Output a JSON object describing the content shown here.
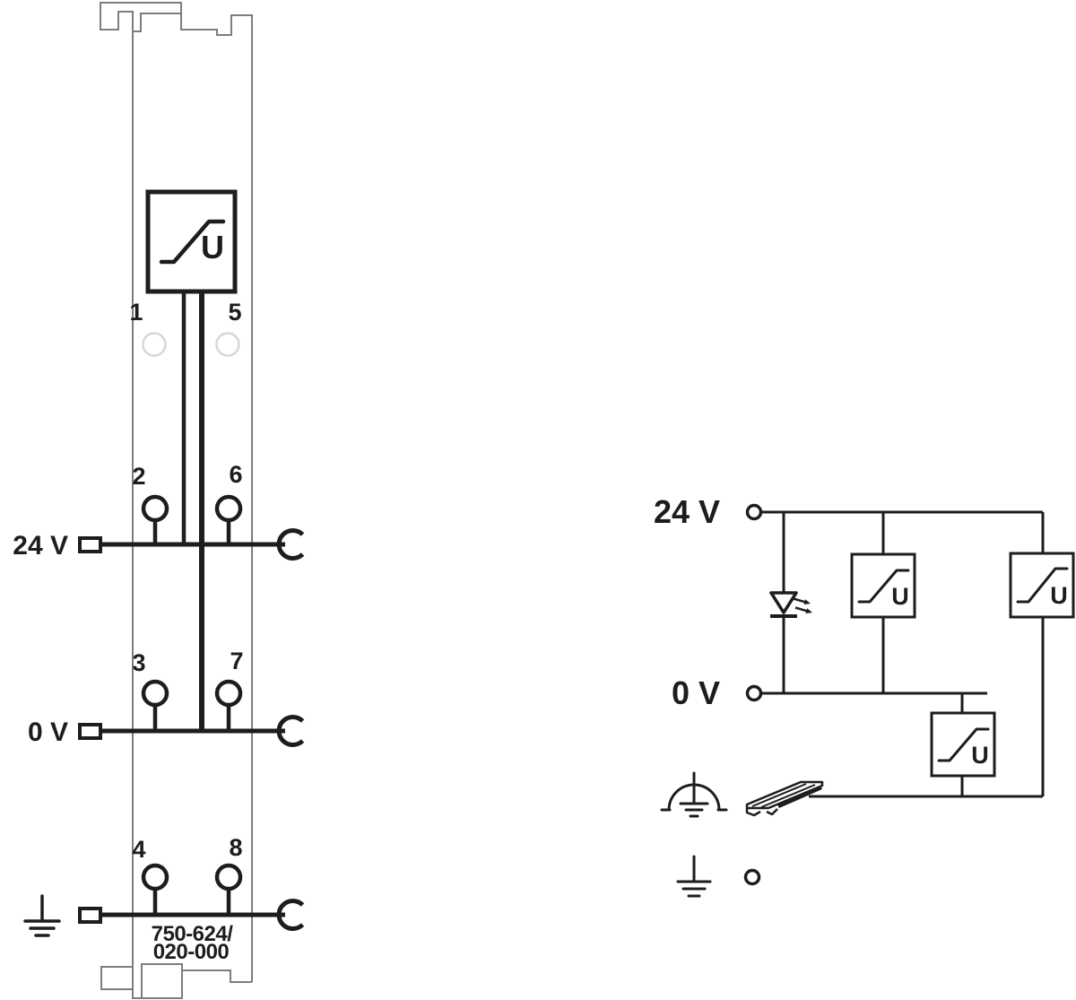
{
  "colors": {
    "line": "#1d1d1b",
    "outline": "#7d7d7d",
    "pale": "#d7d7d7",
    "bg": "#ffffff"
  },
  "module": {
    "part_number_line1": "750-624/",
    "part_number_line2": "020-000",
    "filter_symbol_letter": "U",
    "rows": {
      "v24_label": "24 V",
      "v0_label": "0 V"
    },
    "contact_numbers": {
      "n1": "1",
      "n2": "2",
      "n3": "3",
      "n4": "4",
      "n5": "5",
      "n6": "6",
      "n7": "7",
      "n8": "8"
    }
  },
  "schematic": {
    "v24_label": "24 V",
    "v0_label": "0 V",
    "filter_symbol_letter": "U"
  }
}
